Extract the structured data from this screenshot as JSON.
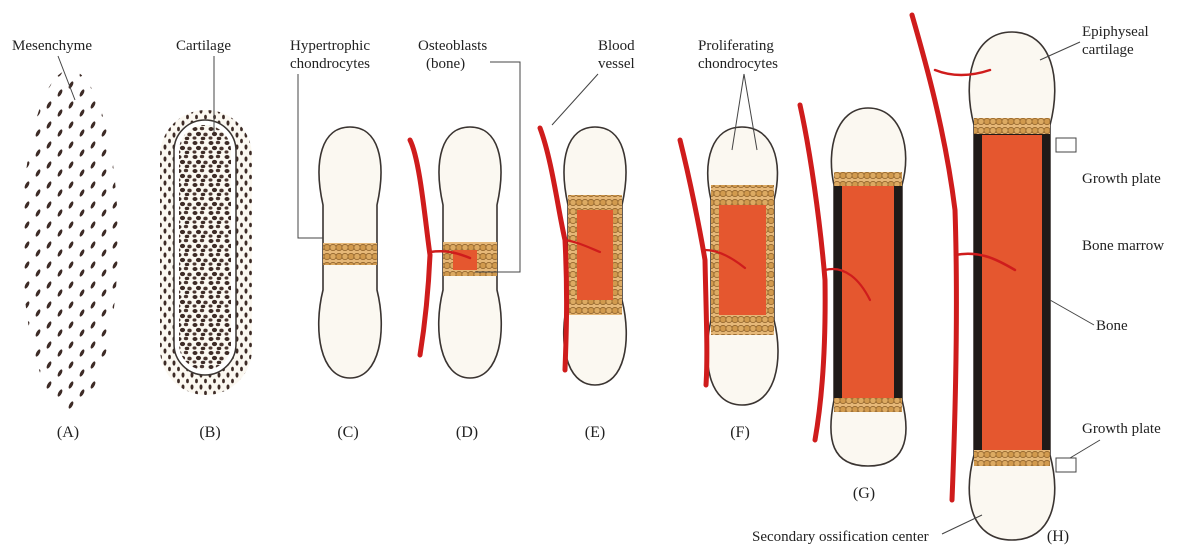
{
  "labels": {
    "mesenchyme": "Mesenchyme",
    "cartilage": "Cartilage",
    "hypertrophic_1": "Hypertrophic",
    "hypertrophic_2": "chondrocytes",
    "osteoblasts_1": "Osteoblasts",
    "osteoblasts_2": "(bone)",
    "blood_1": "Blood",
    "blood_2": "vessel",
    "proliferating_1": "Proliferating",
    "proliferating_2": "chondrocytes",
    "epiphyseal_1": "Epiphyseal",
    "epiphyseal_2": "cartilage",
    "growth_plate_top": "Growth plate",
    "bone_marrow": "Bone marrow",
    "bone": "Bone",
    "growth_plate_bottom": "Growth plate",
    "secondary_ossification": "Secondary ossification center"
  },
  "stages": [
    "(A)",
    "(B)",
    "(C)",
    "(D)",
    "(E)",
    "(F)",
    "(G)",
    "(H)"
  ],
  "colors": {
    "blood_vessel": "#cf1c1c",
    "marrow": "#e5572f",
    "growth_plate": "#d8a35a",
    "cartilage_cell": "#3d2b26",
    "outline": "#3a3431"
  }
}
